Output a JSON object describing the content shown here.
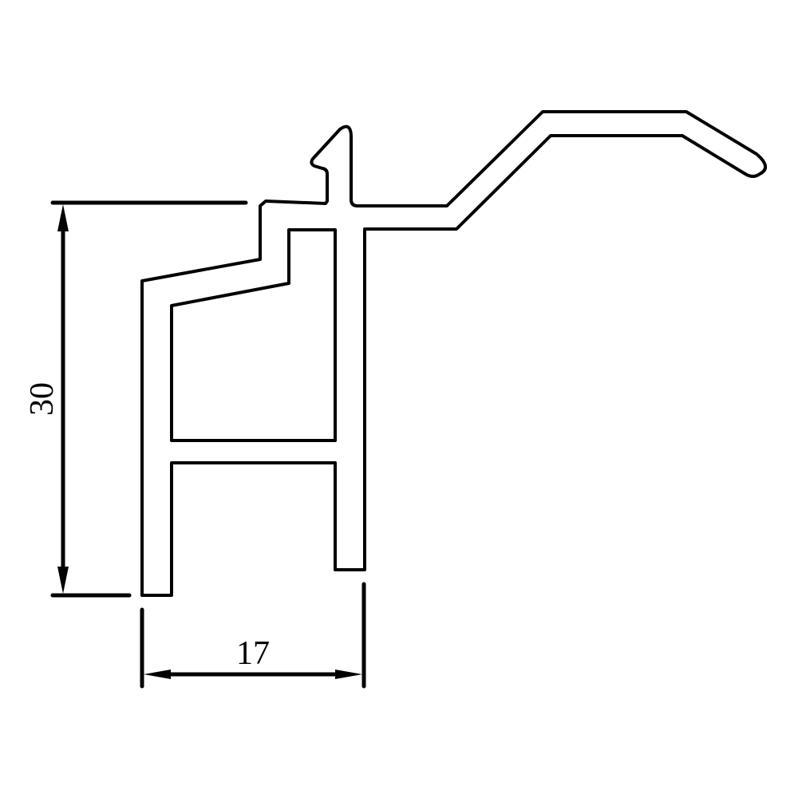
{
  "drawing": {
    "type": "aluminum extrusion profile cross-section",
    "background": "#ffffff",
    "line_color": "#000000"
  },
  "dimensions": {
    "height": {
      "value": "30",
      "orientation": "vertical",
      "position": "left"
    },
    "width": {
      "value": "17",
      "orientation": "horizontal",
      "position": "bottom"
    }
  }
}
